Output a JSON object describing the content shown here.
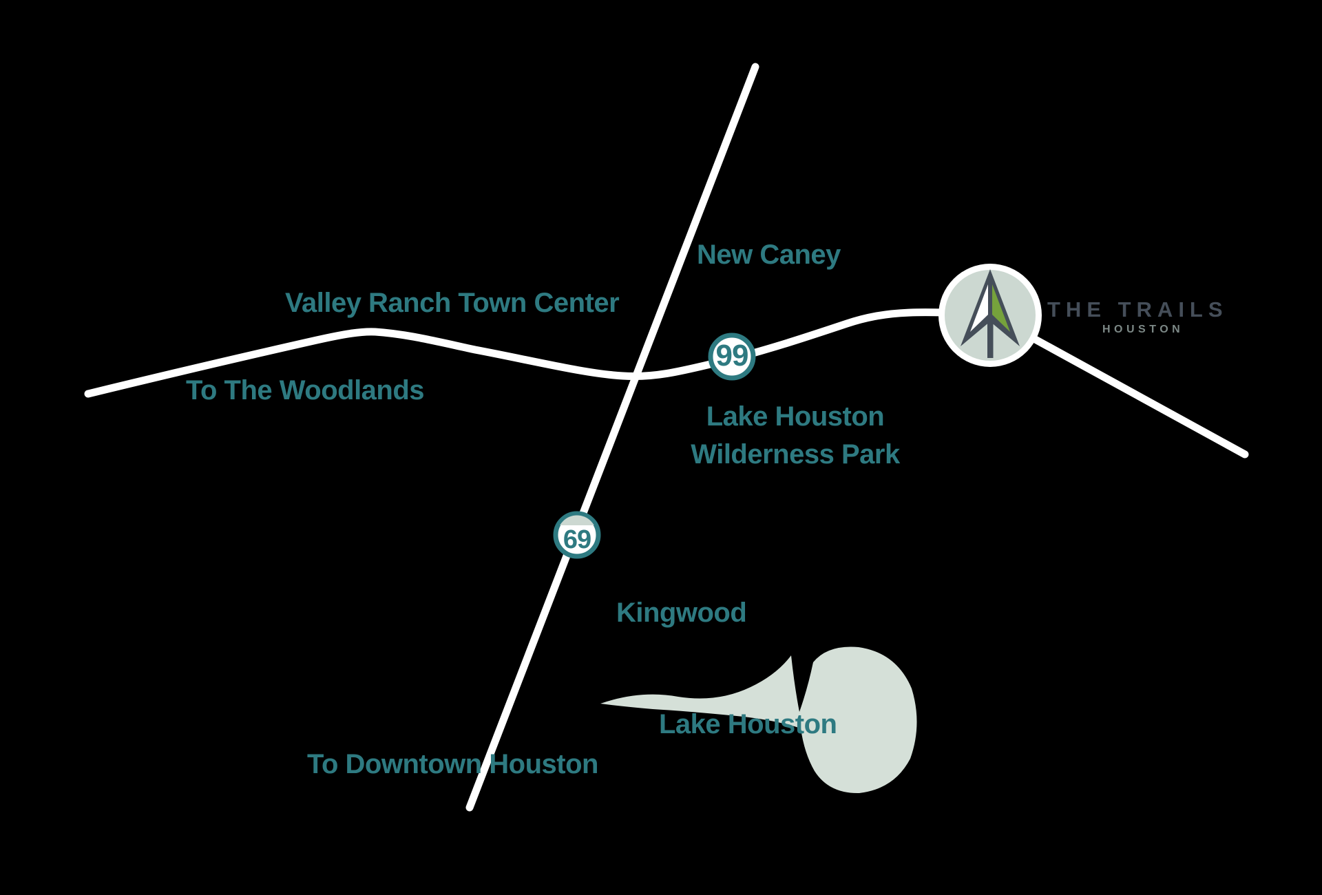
{
  "colors": {
    "bg": "#000000",
    "teal": "#2e7a81",
    "road": "#ffffff",
    "lake": "#d5e0d8",
    "logo-sage": "#ccd8d1",
    "slate": "#454e59",
    "leaf-green": "#76a23c",
    "houston-gray": "#7c8886"
  },
  "labels": {
    "new_caney": "New Caney",
    "valley_ranch": "Valley Ranch Town Center",
    "to_woodlands": "To The Woodlands",
    "wilderness_line1": "Lake Houston",
    "wilderness_line2": "Wilderness Park",
    "kingwood": "Kingwood",
    "lake_houston": "Lake Houston",
    "to_downtown": "To Downtown Houston"
  },
  "shields": {
    "grand_parkway": "99",
    "interstate": "69"
  },
  "logo": {
    "title": "THE TRAILS",
    "subtitle": "HOUSTON"
  }
}
